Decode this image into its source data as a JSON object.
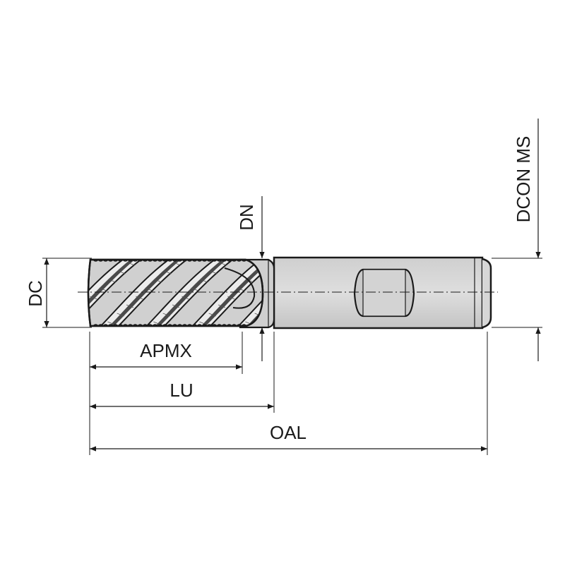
{
  "labels": {
    "dc": "DC",
    "dn": "DN",
    "dcon_ms": "DCON MS",
    "apmx": "APMX",
    "lu": "LU",
    "oal": "OAL"
  },
  "colors": {
    "line": "#1a1a1a",
    "tool_fill": "#d8d8d8",
    "tool_shade": "#bdbdbd",
    "flute_dark": "#4a4a4a",
    "background": "#ffffff"
  }
}
